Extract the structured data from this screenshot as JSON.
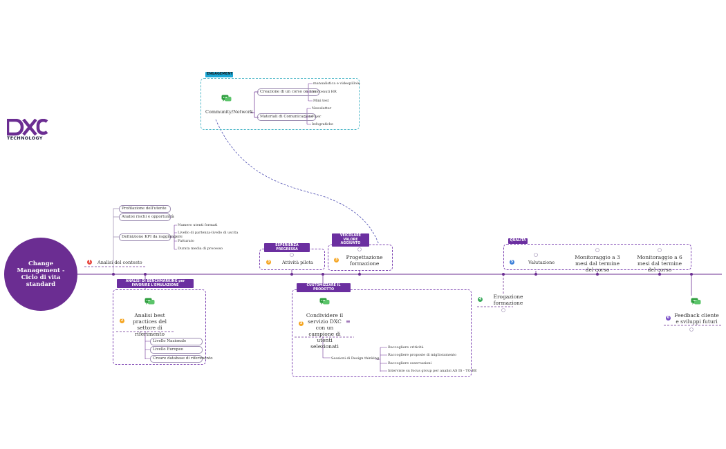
{
  "brand": {
    "name": "DXC",
    "tagline": "TECHNOLOGY",
    "color": "#6b2d92"
  },
  "central_topic": "Change Management - Ciclo di vita standard",
  "engagement": {
    "tag": "ENGAGEMENT",
    "node": "Community/Network",
    "groups": [
      {
        "label": "Creazione di un corso on line",
        "items": [
          "manualistica e videopillole",
          "contenuti HR",
          "Mini test"
        ]
      },
      {
        "label": "Materiali di Comunicazione",
        "items": [
          "Newsletter",
          "Flyer",
          "Infografiche"
        ]
      }
    ]
  },
  "analisi": {
    "number": "1",
    "label": "Analisi del contesto",
    "items": [
      "Profilazione dell'utente",
      "Analisi rischi e opportunità",
      "Definizione KPI da raggiungere"
    ],
    "kpi_items": [
      "Numero utenti formati",
      "Livello di partenza-livello di uscita",
      "Fatturato",
      "Durata media di processo"
    ]
  },
  "benchmarking": {
    "tag": "ANALISI DI BENCHMARKING per FAVORIRE L'EMULAZIONE",
    "number": "2",
    "label": "Analisi best practices del settore di riferimento",
    "items": [
      "Livello Nazionale",
      "Livello Europeo",
      "Creare database di riferimento"
    ]
  },
  "esperienza": {
    "tag": "ESPERIENZA PREGRESSA",
    "number": "3",
    "label": "Attività pilota"
  },
  "veicolare": {
    "tag": "VEICOLARE VALORE AGGIUNTO",
    "number": "3",
    "label": "Progettazione formazione"
  },
  "customizzare": {
    "tag": "CUSTOMIZZARE IL PRODOTTO",
    "number": "3",
    "label": "Condividere il servizio DXC con un campione di utenti selezionati",
    "sub": "Sessioni di Design thinking",
    "items": [
      "Raccogliere criticità",
      "Raccogliere proposte di miglioramento",
      "Raccogliere osservazioni",
      "Interviste su focus group per analisi AS IS - TO BE"
    ]
  },
  "erogazione": {
    "number": "4",
    "label": "Erogazione formazione"
  },
  "qualita": {
    "tag": "QUALITÀ",
    "number": "5",
    "label": "Valutazione",
    "items": [
      "Monitoraggio a 3 mesi dal termine del corso",
      "Monitoraggio a 6 mesi dal termine del corso"
    ]
  },
  "feedback": {
    "number": "6",
    "label": "Feedback cliente e sviluppi futuri"
  },
  "colors": {
    "purple": "#6b2d92",
    "tag_purple": "#6b2fa0",
    "engagement_blue": "#1aa7d6",
    "chat_green": "#2e9e3e",
    "num_red": "#e8453c",
    "num_orange": "#f5a623",
    "num_green": "#3aaa5c",
    "num_blue": "#3b7fd9",
    "num_purple": "#7a4fc7"
  }
}
